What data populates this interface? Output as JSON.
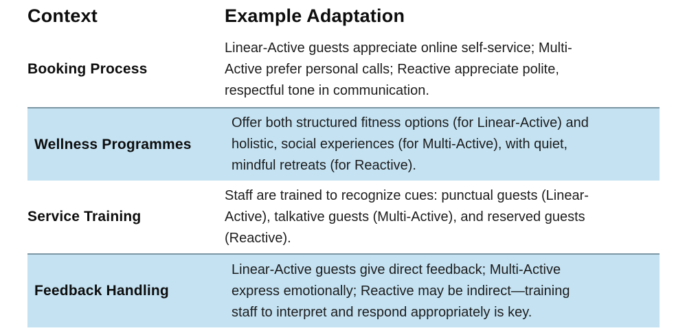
{
  "table": {
    "headers": {
      "context": "Context",
      "adaptation": "Example Adaptation"
    },
    "rows": [
      {
        "context": "Booking Process",
        "highlighted": false,
        "adaptation": "Linear-Active guests appreciate online self-service; Multi-Active prefer personal calls; Reactive appreciate polite, respectful tone in communication.",
        "lines": [
          "Linear-Active guests appreciate online self-service; Multi-",
          "Active prefer personal calls; Reactive appreciate polite,",
          "respectful tone in communication."
        ]
      },
      {
        "context": "Wellness Programmes",
        "highlighted": true,
        "adaptation": "Offer both structured fitness options (for Linear-Active) and holistic, social experiences (for Multi-Active), with quiet, mindful retreats (for Reactive).",
        "lines": [
          "Offer both structured fitness options (for Linear-Active) and",
          "holistic, social experiences (for Multi-Active), with quiet,",
          "mindful retreats (for Reactive)."
        ]
      },
      {
        "context": "Service Training",
        "highlighted": false,
        "adaptation": "Staff are trained to recognize cues: punctual guests (Linear-Active), talkative guests (Multi-Active), and reserved guests (Reactive).",
        "lines": [
          "Staff are trained to recognize cues: punctual guests (Linear-",
          "Active), talkative guests (Multi-Active), and reserved guests",
          "(Reactive)."
        ]
      },
      {
        "context": "Feedback Handling",
        "highlighted": true,
        "adaptation": "Linear-Active guests give direct feedback; Multi-Active express emotionally; Reactive may be indirect—training staff to interpret and respond appropriately is key.",
        "lines": [
          "Linear-Active guests give direct feedback; Multi-Active",
          "express emotionally; Reactive may be indirect—training",
          "staff to interpret and respond appropriately is key."
        ]
      }
    ]
  },
  "colors": {
    "highlight_bg": "#c4e2f2",
    "highlight_border": "#7b96a4",
    "text": "#1c1c1c"
  }
}
